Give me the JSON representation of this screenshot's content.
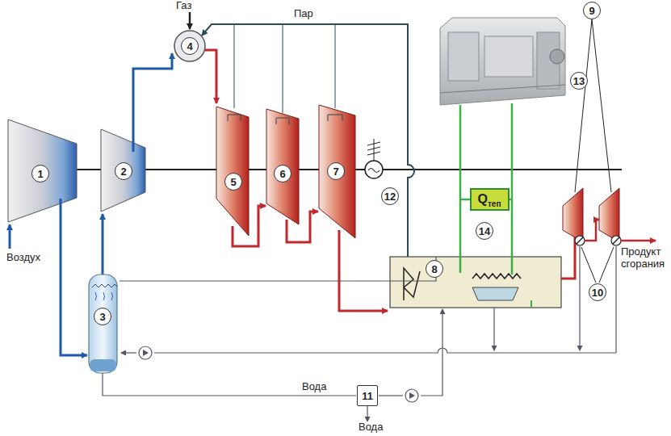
{
  "diagram": {
    "nodes": [
      {
        "text": [
          "1"
        ]
      },
      {
        "text": [
          "2"
        ]
      },
      {
        "text": [
          "3"
        ]
      },
      {
        "text": [
          "4"
        ]
      },
      {
        "text": [
          "5"
        ]
      },
      {
        "text": [
          "6"
        ]
      },
      {
        "text": [
          "7"
        ]
      },
      {
        "text": [
          "8"
        ]
      },
      {
        "text": [
          "9"
        ]
      },
      {
        "text": [
          "10"
        ]
      },
      {
        "text": [
          "11"
        ]
      },
      {
        "text": [
          "12"
        ]
      },
      {
        "text": [
          "13"
        ]
      },
      {
        "text": [
          "14"
        ]
      },
      {
        "text": [
          "Q",
          "теп"
        ]
      }
    ],
    "labels": [
      "Газ",
      "Пар",
      "Воздух",
      "Вода",
      "Вода",
      "Продукт сгорания"
    ]
  }
}
